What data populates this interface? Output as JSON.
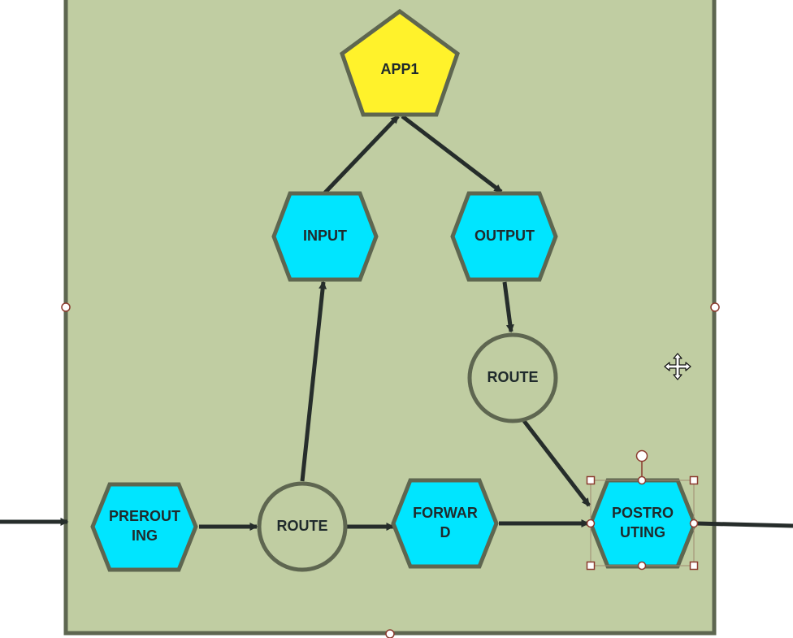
{
  "diagram": {
    "nodes": {
      "app1": {
        "shape": "pentagon",
        "lines": [
          "APP1"
        ]
      },
      "input": {
        "shape": "hexagon",
        "lines": [
          "INPUT"
        ]
      },
      "output": {
        "shape": "hexagon",
        "lines": [
          "OUTPUT"
        ]
      },
      "route_right": {
        "shape": "circle",
        "lines": [
          "ROUTE"
        ]
      },
      "prerouting": {
        "shape": "hexagon",
        "lines": [
          "PREROUT",
          "ING"
        ]
      },
      "route_bottom": {
        "shape": "circle",
        "lines": [
          "ROUTE"
        ]
      },
      "forward": {
        "shape": "hexagon",
        "lines": [
          "FORWAR",
          "D"
        ]
      },
      "postrouting": {
        "shape": "hexagon",
        "lines": [
          "POSTRO",
          "UTING"
        ],
        "selected": true
      }
    },
    "edges": [
      {
        "from": "external-in",
        "to": "prerouting"
      },
      {
        "from": "prerouting",
        "to": "route_bottom"
      },
      {
        "from": "route_bottom",
        "to": "input"
      },
      {
        "from": "route_bottom",
        "to": "forward"
      },
      {
        "from": "input",
        "to": "app1"
      },
      {
        "from": "app1",
        "to": "output"
      },
      {
        "from": "output",
        "to": "route_right"
      },
      {
        "from": "route_right",
        "to": "postrouting"
      },
      {
        "from": "forward",
        "to": "postrouting"
      },
      {
        "from": "postrouting",
        "to": "external-out"
      }
    ]
  },
  "colors": {
    "container_fill": "#c0cda2",
    "container_border": "#5e6650",
    "hexagon_fill": "#00e5ff",
    "pentagon_fill": "#fff22b",
    "node_border": "#5e6650",
    "arrow": "#262d2b",
    "selection_handle": "#8b3a2e"
  },
  "icons": {
    "move_cursor": "move-cursor-icon"
  }
}
